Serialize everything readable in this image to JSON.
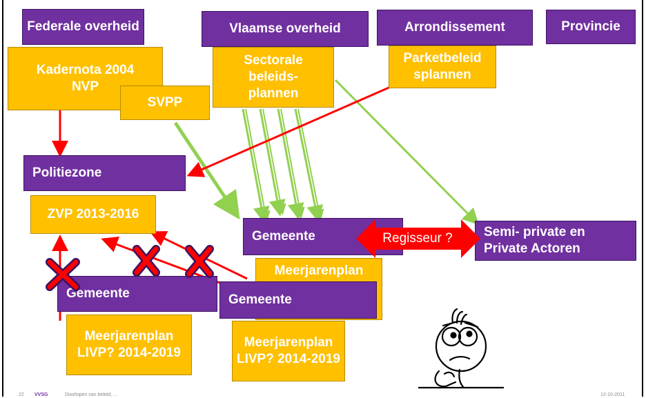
{
  "boxes": {
    "federale_overheid": "Federale overheid",
    "vlaamse_overheid": "Vlaamse overheid",
    "arrondissement": "Arrondissement",
    "provincie": "Provincie",
    "kadernota": "Kadernota 2004 NVP",
    "svpp": "SVPP",
    "sectorale": "Sectorale beleids- plannen",
    "parketbeleid": "Parketbeleid splannen",
    "politiezone": "Politiezone",
    "zvp": "ZVP 2013-2016",
    "gemeente_center": "Gemeente",
    "semi_private": "Semi- private en Private Actoren",
    "meerjarenplan_center": "Meerjarenplan",
    "gemeente_left": "Gemeente",
    "gemeente_mid": "Gemeente",
    "meerjarenplan_left": "Meerjarenplan LIVP? 2014-2019",
    "meerjarenplan_mid": "Meerjarenplan LIVP? 2014-2019"
  },
  "regisseur": "Regisseur ?",
  "footer": {
    "page": "22",
    "org": "VVSG",
    "title": "Doorlopen van beleid, ...",
    "date": "12-10-2011"
  },
  "colors": {
    "purple": "#7030A0",
    "orange": "#FFC000",
    "red_arrow": "#FF0000",
    "green_arrow": "#92D050"
  }
}
